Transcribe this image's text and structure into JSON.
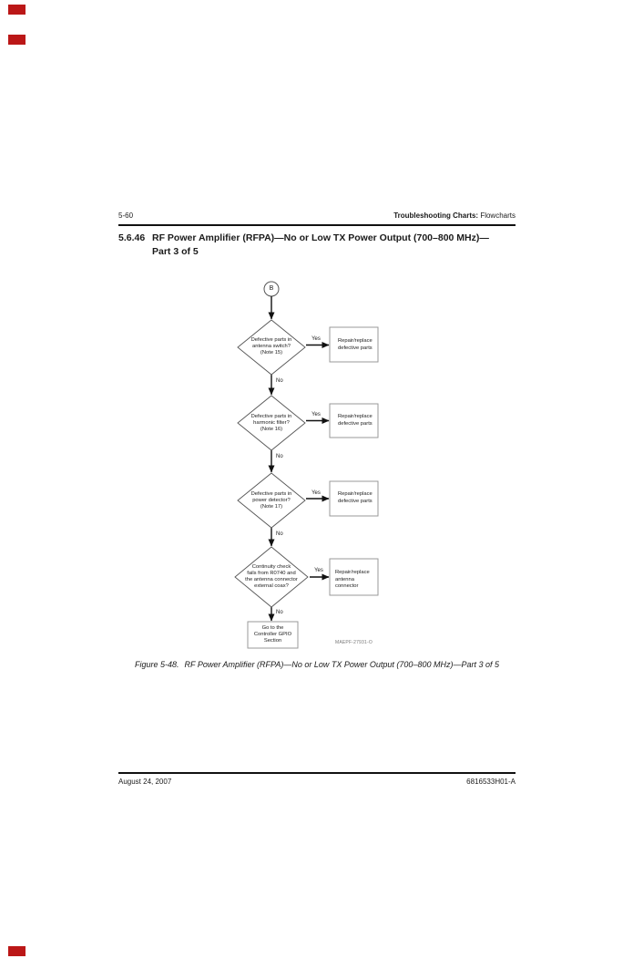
{
  "header": {
    "page_number": "5-60",
    "running_title_bold": "Troubleshooting Charts:",
    "running_title_rest": " Flowcharts"
  },
  "section": {
    "number": "5.6.46",
    "title_line1": "RF Power Amplifier (RFPA)—No or Low TX Power Output (700–800 MHz)—",
    "title_line2": "Part 3 of 5"
  },
  "flowchart": {
    "connector_label": "B",
    "decisions": [
      {
        "line1": "Defective parts in",
        "line2": "antenna switch?",
        "line3": "(Note 15)",
        "yes_label": "Yes",
        "no_label": "No",
        "action_line1": "Repair/replace",
        "action_line2": "defective parts"
      },
      {
        "line1": "Defective parts in",
        "line2": "harmonic filter?",
        "line3": "(Note 16)",
        "yes_label": "Yes",
        "no_label": "No",
        "action_line1": "Repair/replace",
        "action_line2": "defective parts"
      },
      {
        "line1": "Defective parts in",
        "line2": "power detector?",
        "line3": "(Note 17)",
        "yes_label": "Yes",
        "no_label": "No",
        "action_line1": "Repair/replace",
        "action_line2": "defective parts"
      },
      {
        "line1": "Continuity check",
        "line2": "fails from R0740 and",
        "line3": "the antenna connector",
        "line4": "external coax?",
        "yes_label": "Yes",
        "no_label": "No",
        "action_line1": "Repair/replace",
        "action_line2": "antenna connector"
      }
    ],
    "terminal": {
      "line1": "Go to the",
      "line2": "Controller GPIO",
      "line3": "Section"
    },
    "artwork_id": "MAEPF-27931-O"
  },
  "caption": {
    "label": "Figure 5-48.",
    "text": "RF Power Amplifier (RFPA)—No or Low TX Power Output (700–800 MHz)—Part 3 of 5"
  },
  "footer": {
    "date": "August 24, 2007",
    "doc_number": "6816533H01-A"
  },
  "colors": {
    "mark_red": "#bb1717"
  }
}
